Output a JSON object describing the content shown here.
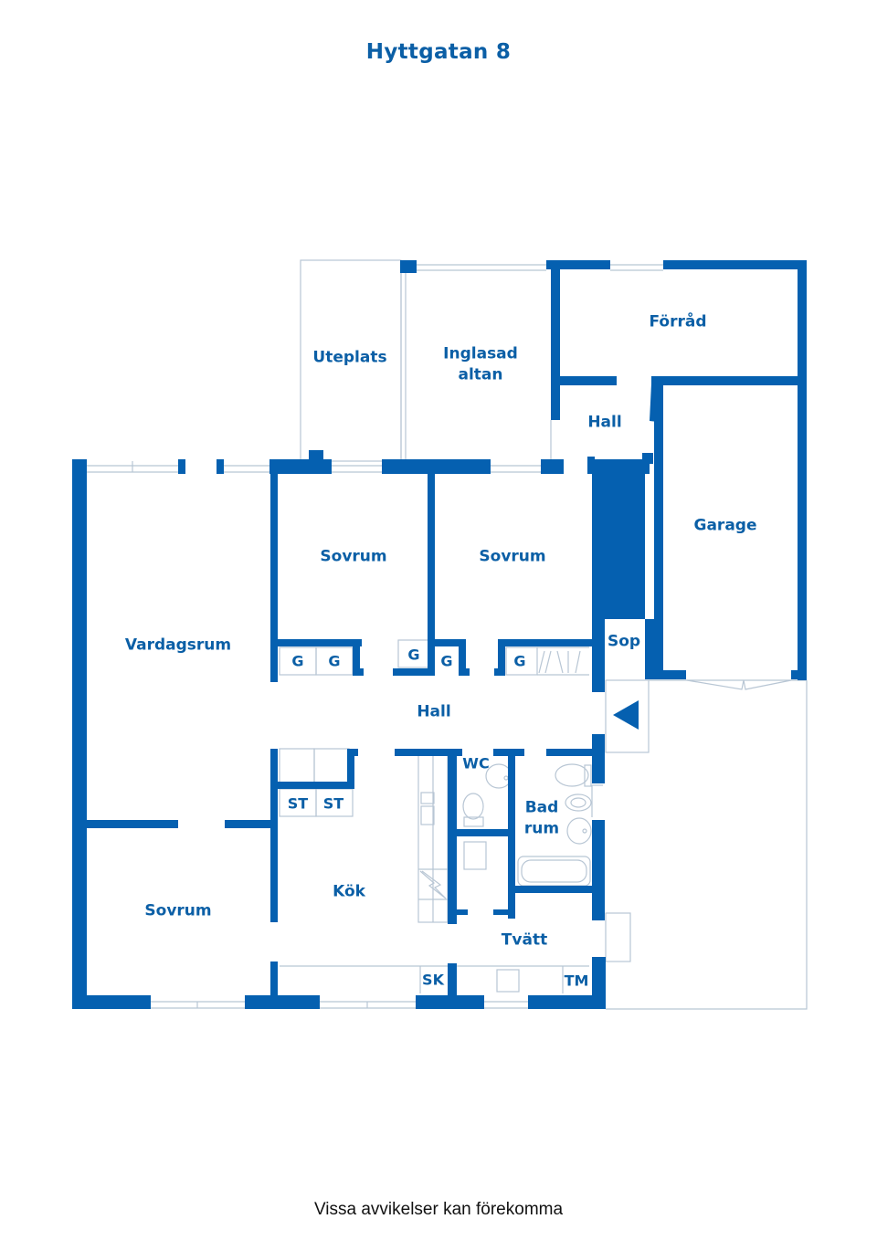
{
  "title": "Hyttgatan 8",
  "footer": "Vissa avvikelser kan förekomma",
  "colors": {
    "wall": "#0560b0",
    "thin_line": "#b8c6d4",
    "text": "#0b5fa6"
  },
  "rooms": {
    "uteplats": "Uteplats",
    "inglasad_altan_1": "Inglasad",
    "inglasad_altan_2": "altan",
    "forrad": "Förråd",
    "hall_upper": "Hall",
    "garage": "Garage",
    "sovrum_1": "Sovrum",
    "sovrum_2": "Sovrum",
    "vardagsrum": "Vardagsrum",
    "sop": "Sop",
    "hall_main": "Hall",
    "wc": "WC",
    "badrum_1": "Bad",
    "badrum_2": "rum",
    "kok": "Kök",
    "sovrum_3": "Sovrum",
    "tvatt": "Tvätt"
  },
  "fixtures": {
    "wardrobes": [
      "G",
      "G",
      "G",
      "G",
      "G"
    ],
    "storage": [
      "ST",
      "ST"
    ],
    "sk": "SK",
    "tm": "TM"
  },
  "entrance_marker": "entrance-arrow"
}
